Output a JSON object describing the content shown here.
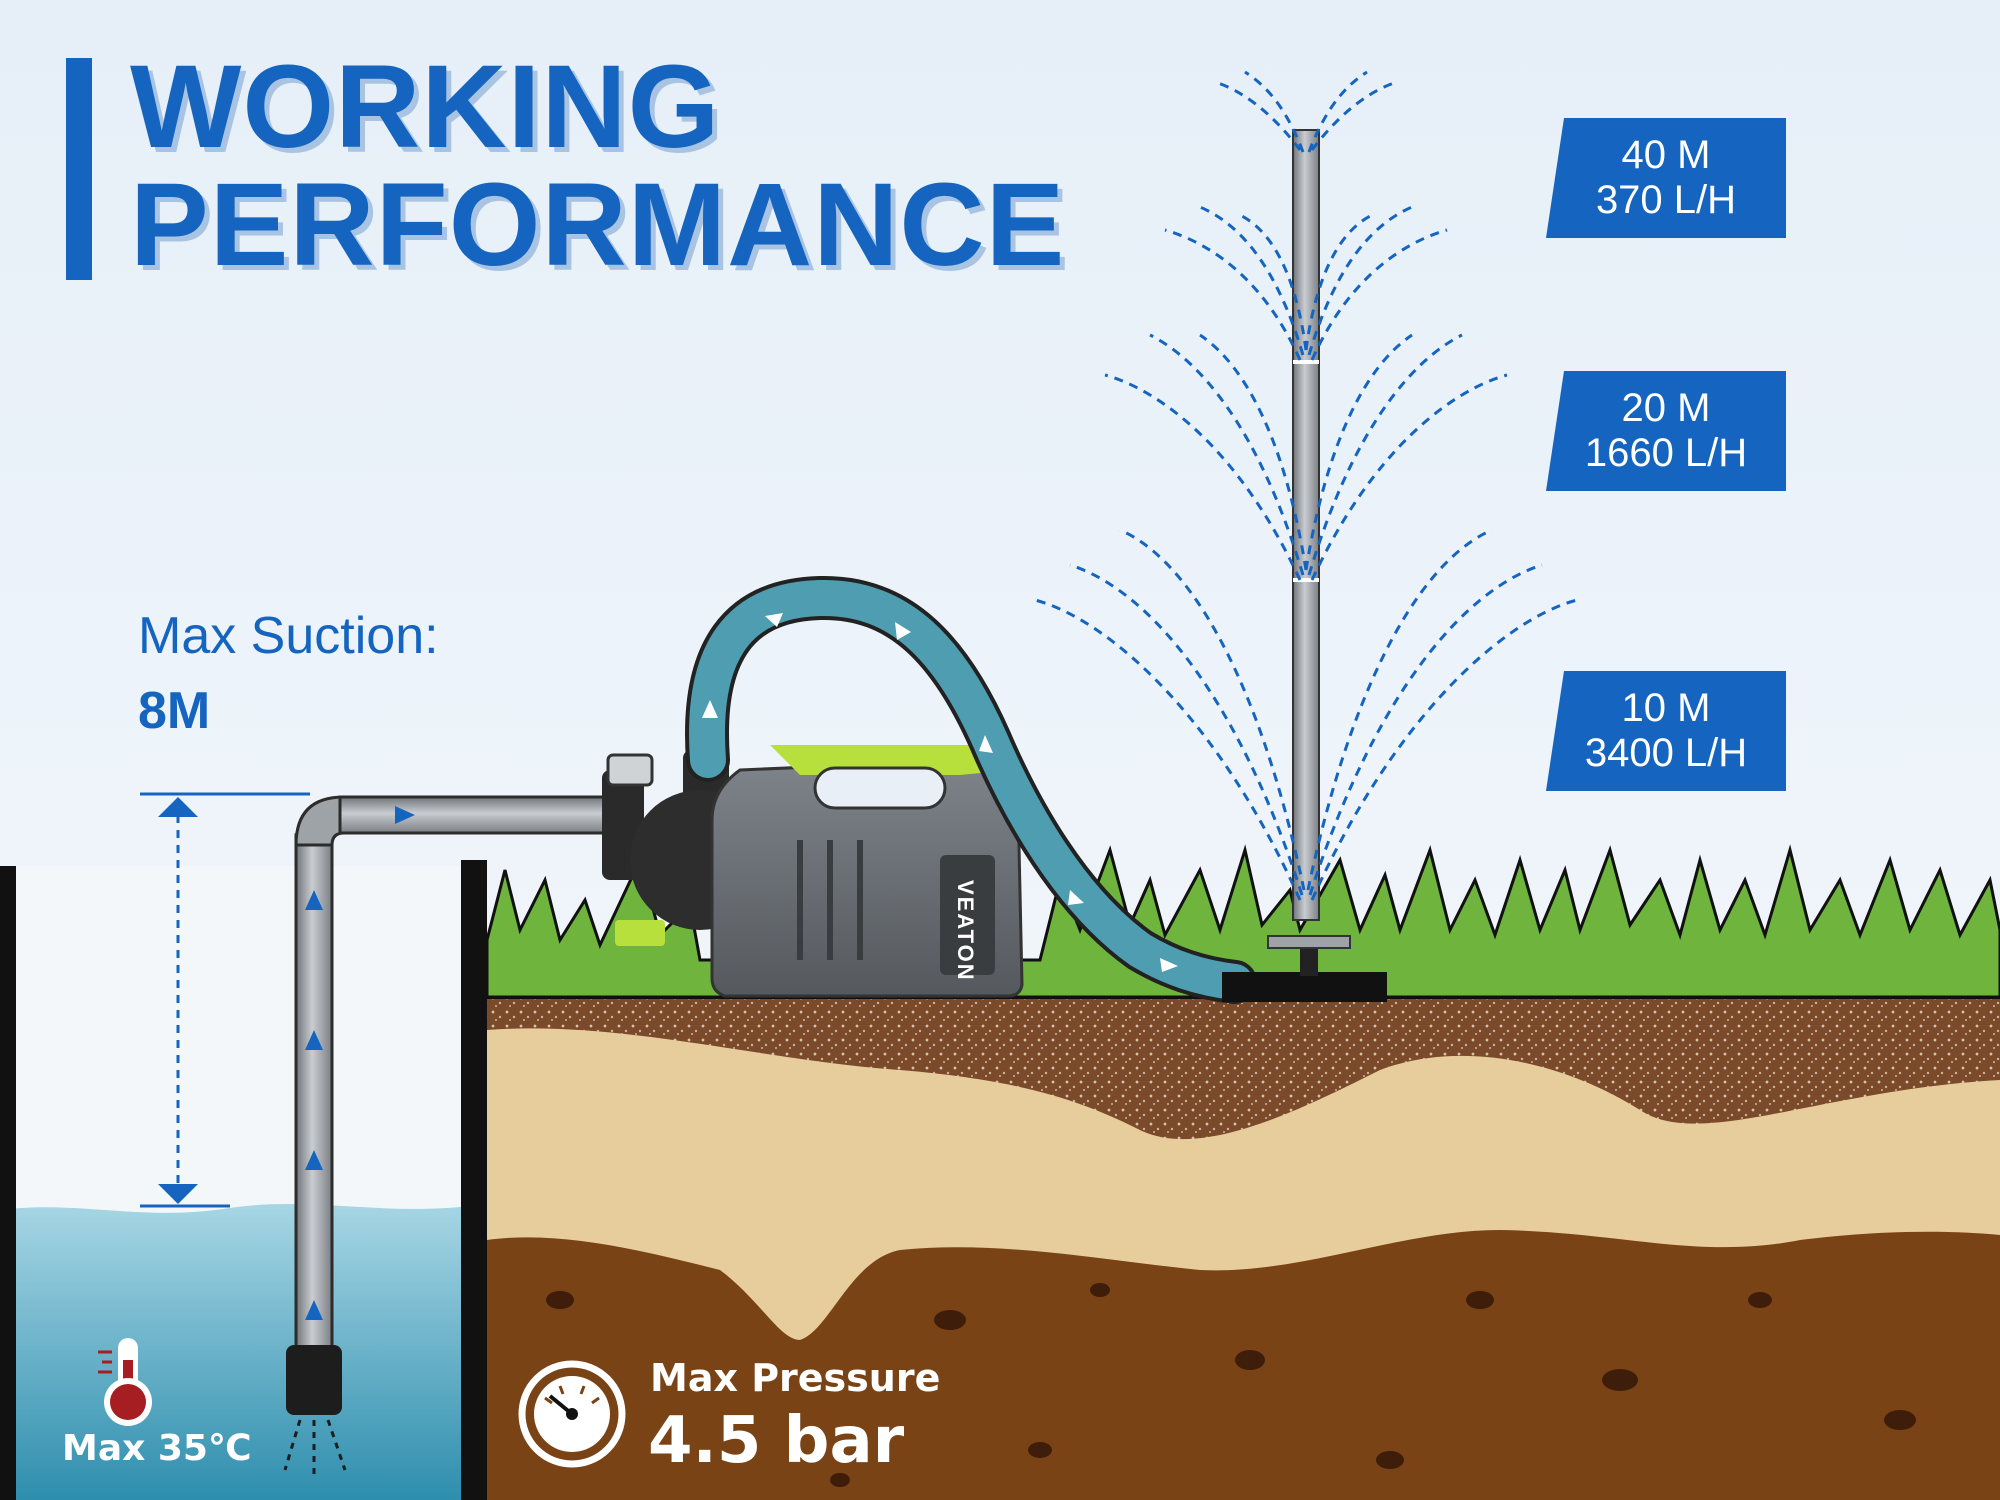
{
  "header": {
    "title_line1": "WORKING",
    "title_line2": "PERFORMANCE"
  },
  "performance_levels": [
    {
      "height": "40 M",
      "flow": "370 L/H"
    },
    {
      "height": "20 M",
      "flow": "1660 L/H"
    },
    {
      "height": "10 M",
      "flow": "3400 L/H"
    }
  ],
  "suction": {
    "label": "Max Suction:",
    "value": "8M"
  },
  "pressure": {
    "label": "Max Pressure",
    "value": "4.5 bar"
  },
  "temperature": {
    "label": "Max 35℃"
  },
  "pump": {
    "brand": "VEATON"
  },
  "colors": {
    "accent_blue": "#1565c0",
    "grass_green": "#6fb43c",
    "soil_brown": "#7a4316",
    "water": "#7fc2d8"
  },
  "icons": {
    "gauge": "pressure-gauge-icon",
    "thermometer": "thermometer-icon"
  }
}
